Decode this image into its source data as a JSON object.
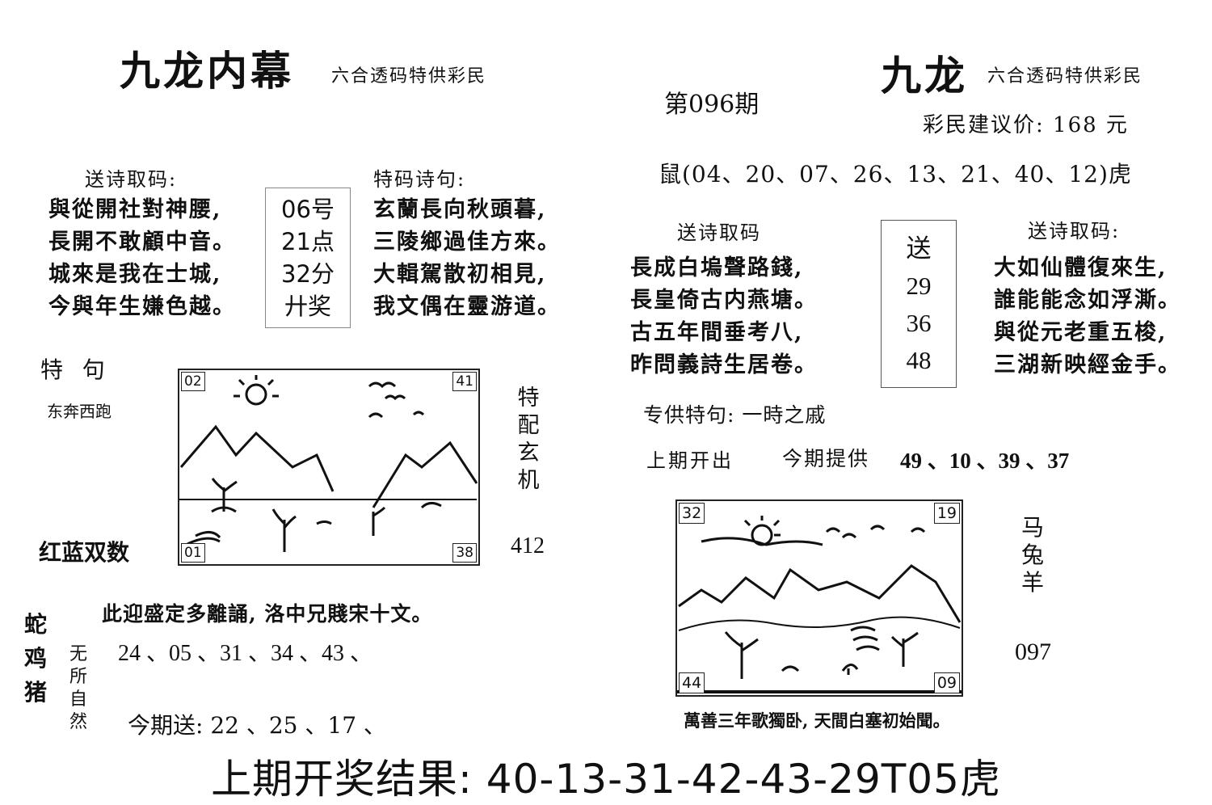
{
  "left": {
    "title": "九龙内幕",
    "subtitle": "六合透码特供彩民",
    "poem_heading": "送诗取码:",
    "poem": [
      "與從開社對神腰,",
      "長開不敢顧中音。",
      "城來是我在士城,",
      "今與年生嫌色越。"
    ],
    "center_box": [
      "06号",
      "21点",
      "32分",
      "廾奖"
    ],
    "tema_heading": "特码诗句:",
    "tema_poem": [
      "玄蘭長向秋頭暮,",
      "三陵鄉過佳方來。",
      "大輯駕散初相見,",
      "我文偶在靈游道。"
    ],
    "teju_label": "特  句",
    "teju_value": "东奔西跑",
    "red_blue": "红蓝双数",
    "picture_corners": {
      "tl": "02",
      "tr": "41",
      "bl": "01",
      "br": "38"
    },
    "side_vertical": [
      "特",
      "配",
      "玄",
      "机"
    ],
    "side_number": "412",
    "verse": "此迎盛定多離誦, 洛中兄賤宋十文。",
    "zodiac_vertical": [
      "蛇",
      "鸡",
      "猪"
    ],
    "small_vertical": [
      "无",
      "所",
      "自",
      "然"
    ],
    "numbers_line": "24 、05 、31 、34 、43 、",
    "send_line": "今期送: 22 、25 、17 、"
  },
  "center": {
    "issue": "第096期"
  },
  "right": {
    "title": "九龙",
    "subtitle": "六合透码特供彩民",
    "price": "彩民建议价: 168 元",
    "zodiac_line": "鼠(04、20、07、26、13、21、40、12)虎",
    "poem1_heading": "送诗取码",
    "poem1": [
      "長成白塢聲路錢,",
      "長皇倚古内燕塘。",
      "古五年間垂考八,",
      "昨問義詩生居卷。"
    ],
    "send_box": [
      "送",
      "29",
      "36",
      "48"
    ],
    "poem2_heading": "送诗取码:",
    "poem2": [
      "大如仙體復來生,",
      "誰能能念如浮澌。",
      "與從元老重五梭,",
      "三湖新映經金手。"
    ],
    "special_line": "专供特句: 一時之戚",
    "last_period": "上期开出",
    "this_period": "今期提供",
    "this_numbers": "49 、10 、39 、37",
    "picture_corners": {
      "tl": "32",
      "tr": "19",
      "bl": "44",
      "br": "09"
    },
    "side_vertical": [
      "马",
      "兔",
      "羊"
    ],
    "side_number": "097",
    "verse": "萬善三年歌獨卧, 天間白塞初始聞。"
  },
  "footer": {
    "result": "上期开奖结果: 40-13-31-42-43-29T05虎"
  }
}
